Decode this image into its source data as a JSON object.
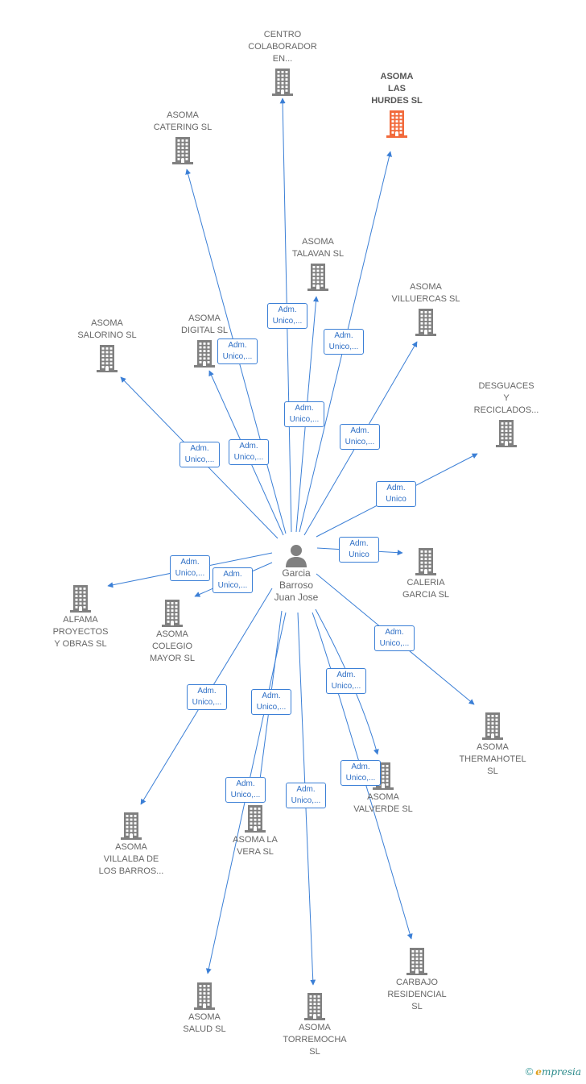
{
  "colors": {
    "edge": "#3b7fd6",
    "building": "#808080",
    "building_highlight": "#f26a3c",
    "text": "#666666"
  },
  "person": {
    "name": "Garcia Barroso Juan Jose",
    "name_lines": [
      "Garcia",
      "Barroso",
      "Juan Jose"
    ],
    "icon": "person-icon"
  },
  "companies": [
    {
      "id": "centro",
      "lines": [
        "CENTRO",
        "COLABORADOR",
        "EN..."
      ],
      "icon": "building-icon",
      "highlight": false
    },
    {
      "id": "asoma-las-hurdes",
      "lines": [
        "ASOMA",
        "LAS",
        "HURDES  SL"
      ],
      "icon": "building-icon",
      "highlight": true
    },
    {
      "id": "asoma-catering",
      "lines": [
        "ASOMA",
        "CATERING  SL"
      ],
      "icon": "building-icon",
      "highlight": false
    },
    {
      "id": "asoma-talavan",
      "lines": [
        "ASOMA",
        "TALAVAN  SL"
      ],
      "icon": "building-icon",
      "highlight": false
    },
    {
      "id": "asoma-villuercas",
      "lines": [
        "ASOMA",
        "VILLUERCAS  SL"
      ],
      "icon": "building-icon",
      "highlight": false
    },
    {
      "id": "asoma-salorino",
      "lines": [
        "ASOMA",
        "SALORINO  SL"
      ],
      "icon": "building-icon",
      "highlight": false
    },
    {
      "id": "asoma-digital",
      "lines": [
        "ASOMA",
        "DIGITAL  SL"
      ],
      "icon": "building-icon",
      "highlight": false
    },
    {
      "id": "desguaces",
      "lines": [
        "DESGUACES",
        "Y",
        "RECICLADOS..."
      ],
      "icon": "building-icon",
      "highlight": false
    },
    {
      "id": "caleria",
      "lines": [
        "CALERIA",
        "GARCIA SL"
      ],
      "icon": "building-icon",
      "highlight": false
    },
    {
      "id": "alfama",
      "lines": [
        "ALFAMA",
        "PROYECTOS",
        "Y OBRAS  SL"
      ],
      "icon": "building-icon",
      "highlight": false
    },
    {
      "id": "asoma-colegio",
      "lines": [
        "ASOMA",
        "COLEGIO",
        "MAYOR  SL"
      ],
      "icon": "building-icon",
      "highlight": false
    },
    {
      "id": "asoma-thermahotel",
      "lines": [
        "ASOMA",
        "THERMAHOTEL",
        "SL"
      ],
      "icon": "building-icon",
      "highlight": false
    },
    {
      "id": "asoma-valverde",
      "lines": [
        "ASOMA",
        "VALVERDE  SL"
      ],
      "icon": "building-icon",
      "highlight": false
    },
    {
      "id": "asoma-villalba",
      "lines": [
        "ASOMA",
        "VILLALBA DE",
        "LOS BARROS..."
      ],
      "icon": "building-icon",
      "highlight": false
    },
    {
      "id": "asoma-la-vera",
      "lines": [
        "ASOMA LA",
        "VERA  SL"
      ],
      "icon": "building-icon",
      "highlight": false
    },
    {
      "id": "carbajo",
      "lines": [
        "CARBAJO",
        "RESIDENCIAL",
        "SL"
      ],
      "icon": "building-icon",
      "highlight": false
    },
    {
      "id": "asoma-salud",
      "lines": [
        "ASOMA",
        "SALUD  SL"
      ],
      "icon": "building-icon",
      "highlight": false
    },
    {
      "id": "asoma-torremocha",
      "lines": [
        "ASOMA",
        "TORREMOCHA",
        "SL"
      ],
      "icon": "building-icon",
      "highlight": false
    }
  ],
  "relations": [
    {
      "to": "centro",
      "lines": [
        "Adm.",
        "Unico,..."
      ]
    },
    {
      "to": "asoma-las-hurdes",
      "lines": [
        "Adm.",
        "Unico,..."
      ]
    },
    {
      "to": "asoma-catering",
      "lines": [
        "Adm.",
        "Unico,..."
      ]
    },
    {
      "to": "asoma-talavan",
      "lines": [
        "Adm.",
        "Unico,..."
      ]
    },
    {
      "to": "asoma-villuercas",
      "lines": [
        "Adm.",
        "Unico,..."
      ]
    },
    {
      "to": "asoma-salorino",
      "lines": [
        "Adm.",
        "Unico,..."
      ]
    },
    {
      "to": "asoma-digital",
      "lines": [
        "Adm.",
        "Unico,..."
      ]
    },
    {
      "to": "desguaces",
      "lines": [
        "Adm.",
        "Unico"
      ]
    },
    {
      "to": "caleria",
      "lines": [
        "Adm.",
        "Unico"
      ]
    },
    {
      "to": "alfama",
      "lines": [
        "Adm.",
        "Unico,..."
      ]
    },
    {
      "to": "asoma-colegio",
      "lines": [
        "Adm.",
        "Unico,..."
      ]
    },
    {
      "to": "asoma-thermahotel",
      "lines": [
        "Adm.",
        "Unico,..."
      ]
    },
    {
      "to": "asoma-valverde",
      "lines": [
        "Adm.",
        "Unico,..."
      ]
    },
    {
      "to": "asoma-villalba",
      "lines": [
        "Adm.",
        "Unico,..."
      ]
    },
    {
      "to": "asoma-la-vera",
      "lines": [
        "Adm.",
        "Unico,..."
      ]
    },
    {
      "to": "carbajo",
      "lines": [
        "Adm.",
        "Unico,..."
      ]
    },
    {
      "to": "asoma-salud",
      "lines": [
        "Adm.",
        "Unico,..."
      ]
    },
    {
      "to": "asoma-torremocha",
      "lines": [
        "Adm.",
        "Unico,..."
      ]
    }
  ],
  "footer": {
    "copyright": "©",
    "brand_initial": "e",
    "brand_rest": "mpresia"
  }
}
